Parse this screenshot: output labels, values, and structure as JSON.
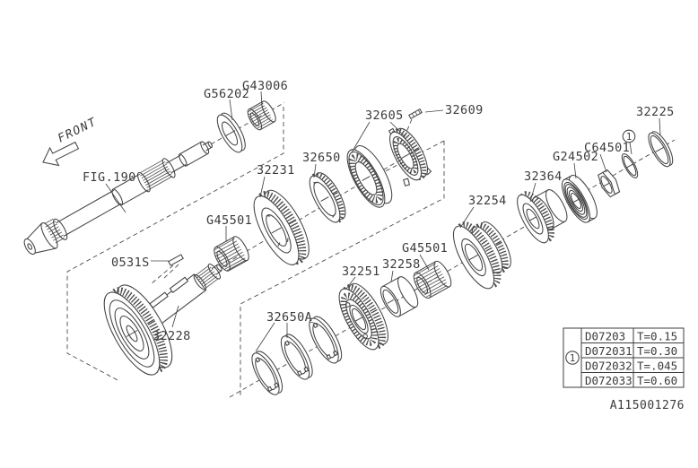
{
  "drawing": {
    "front_label": "FRONT",
    "fig_ref": "FIG.190",
    "doc_number": "A115001276",
    "callout": "1",
    "parts": {
      "g56202": "G56202",
      "g43006": "G43006",
      "p32605": "32605",
      "p32609": "32609",
      "p32225": "32225",
      "p32650": "32650",
      "p32231": "32231",
      "g24502": "G24502",
      "c64501": "C64501",
      "p32364": "32364",
      "p32254": "32254",
      "g45501_a": "G45501",
      "g45501_b": "G45501",
      "p0531s": "0531S",
      "p32258": "32258",
      "p32251": "32251",
      "p32228": "32228",
      "p32650a": "32650A"
    }
  },
  "thickness_table": {
    "callout": "1",
    "rows": [
      {
        "part_no": "D07203",
        "thickness": "T=0.15"
      },
      {
        "part_no": "D072031",
        "thickness": "T=0.30"
      },
      {
        "part_no": "D072032",
        "thickness": "T=.045"
      },
      {
        "part_no": "D072033",
        "thickness": "T=0.60"
      }
    ]
  }
}
